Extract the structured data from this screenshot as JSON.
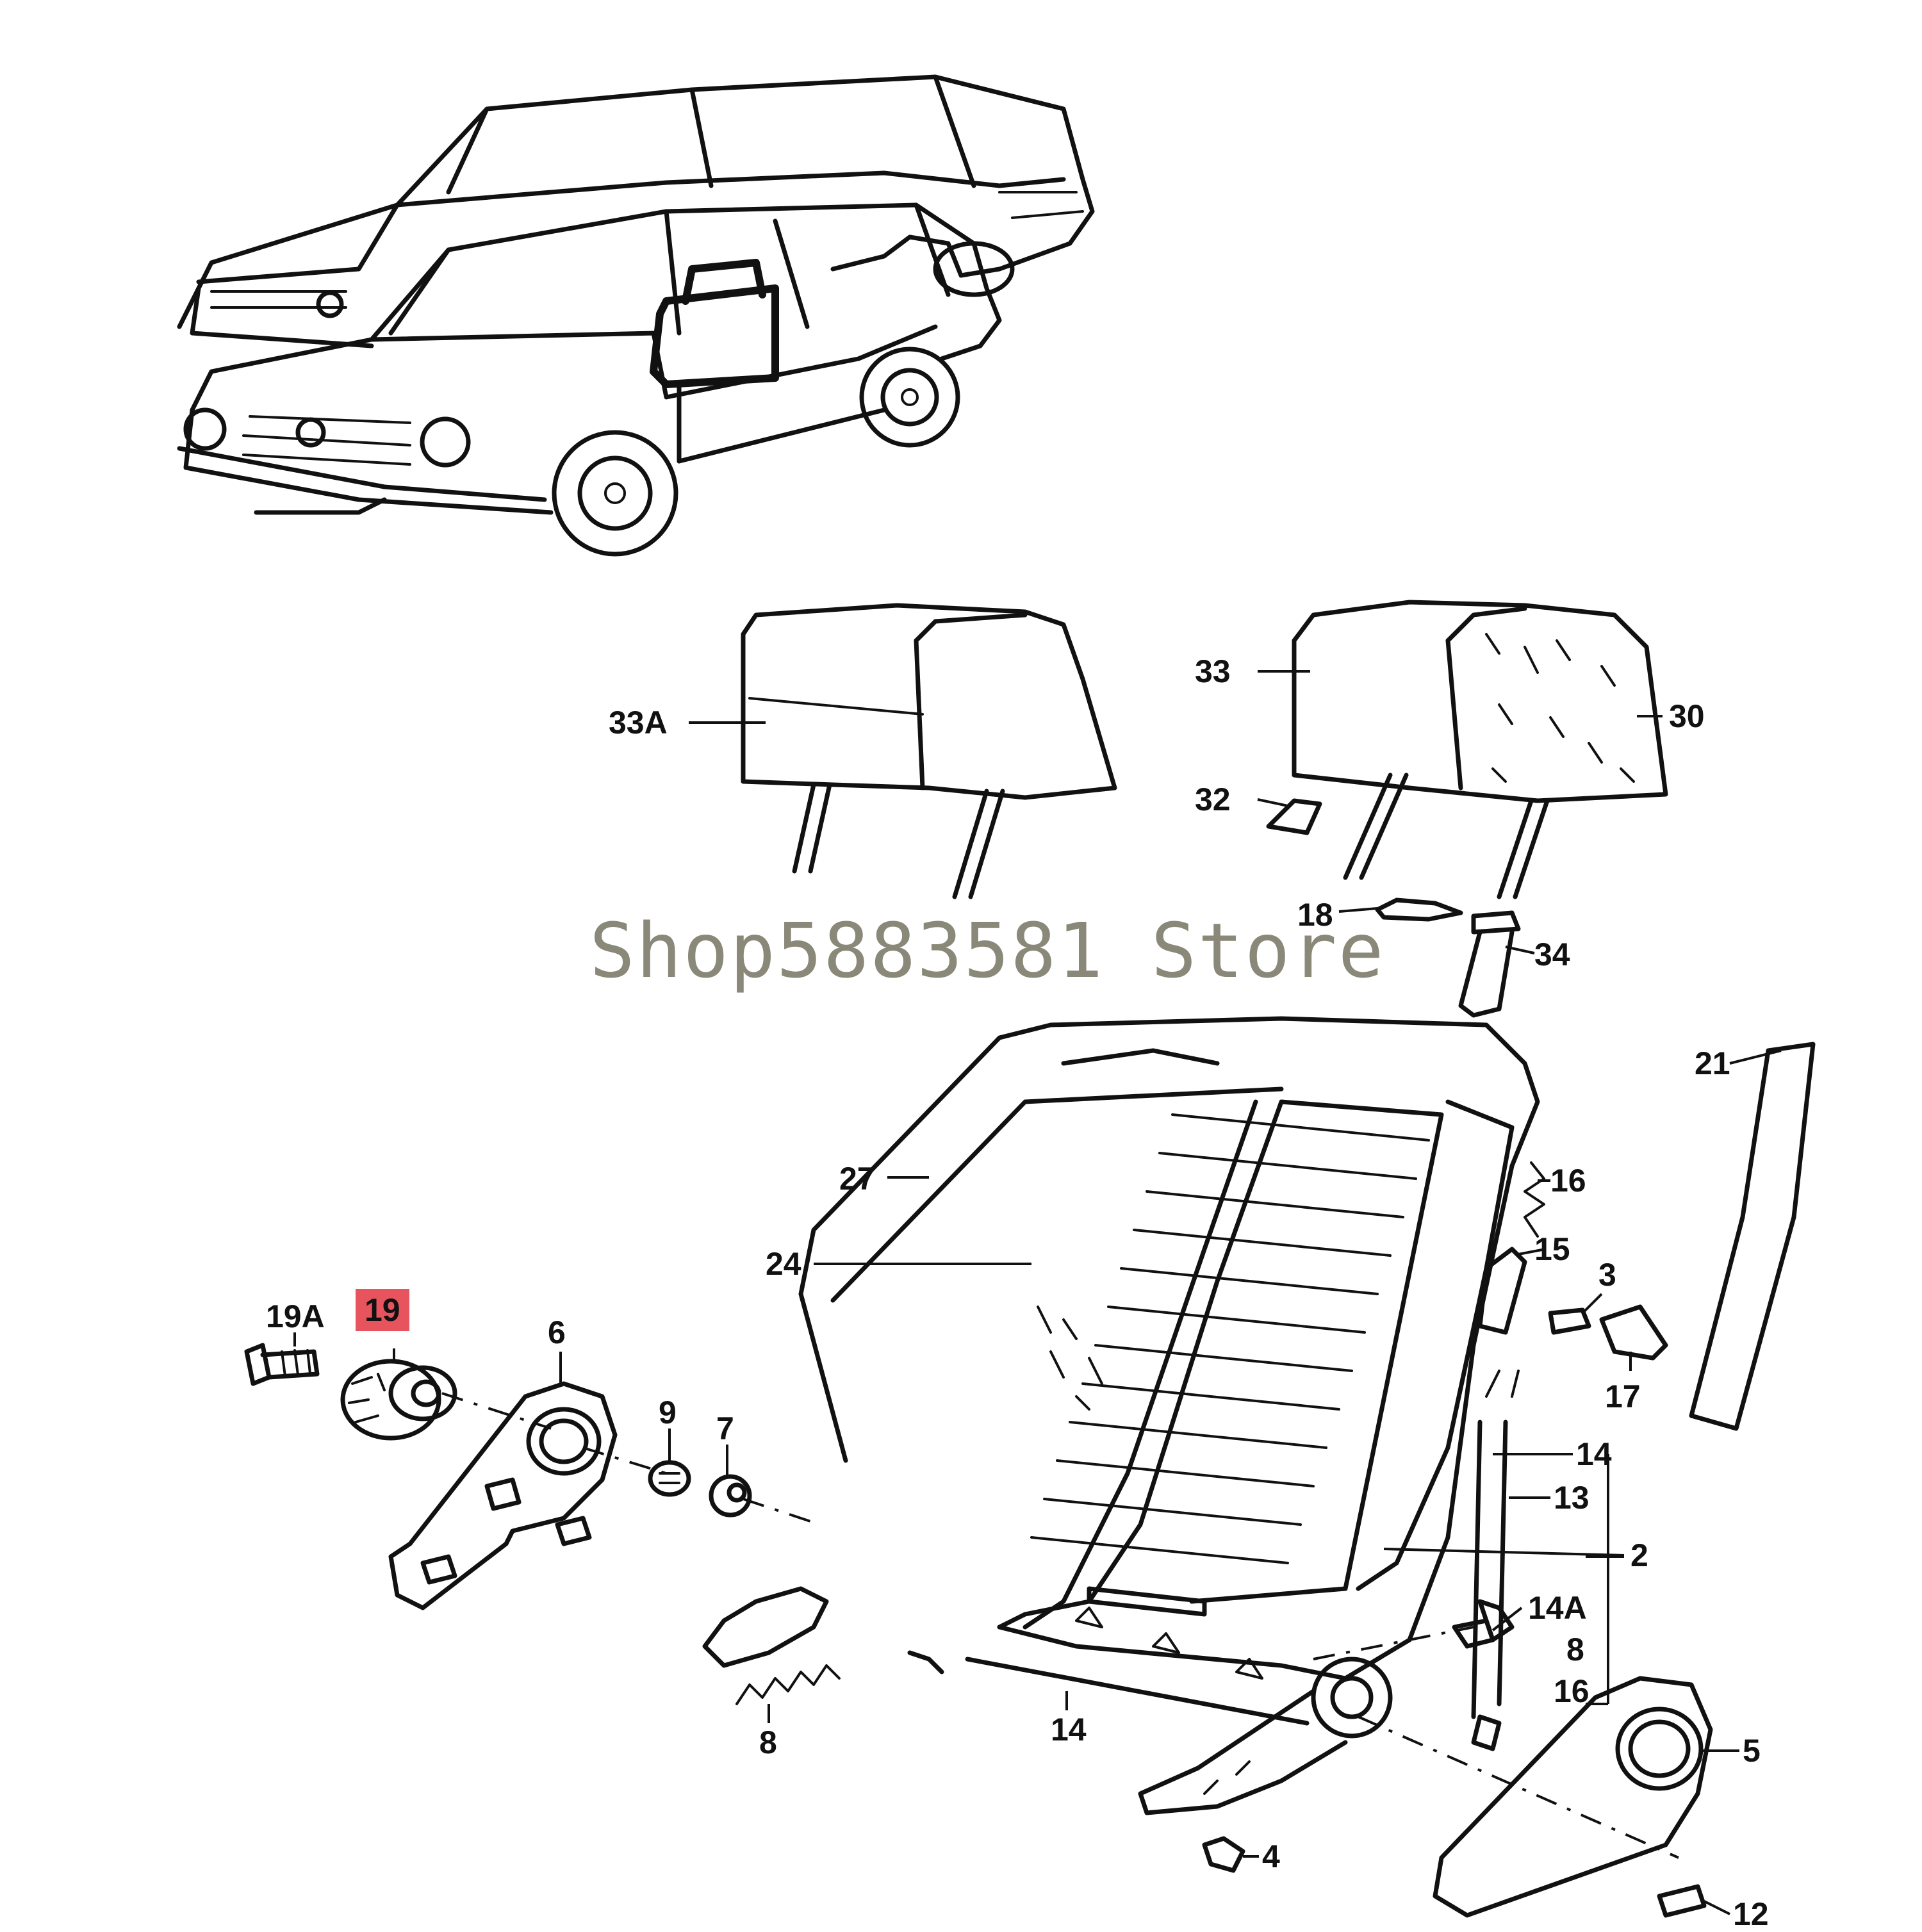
{
  "watermark": "Shop5883581 Store",
  "highlight_color": "#e8545d",
  "callouts": {
    "c33a": "33A",
    "c33": "33",
    "c30": "30",
    "c32": "32",
    "c18": "18",
    "c34": "34",
    "c21": "21",
    "c27": "27",
    "c16a": "16",
    "c24": "24",
    "c15": "15",
    "c3": "3",
    "c17": "17",
    "c19a": "19A",
    "c19": "19",
    "c6": "6",
    "c9": "9",
    "c7": "7",
    "c14a": "14",
    "c13": "13",
    "c2": "2",
    "c14b": "14A",
    "c8a": "8",
    "c16b": "16",
    "c8b": "8",
    "c14c": "14",
    "c5": "5",
    "c4": "4",
    "c12": "12"
  }
}
